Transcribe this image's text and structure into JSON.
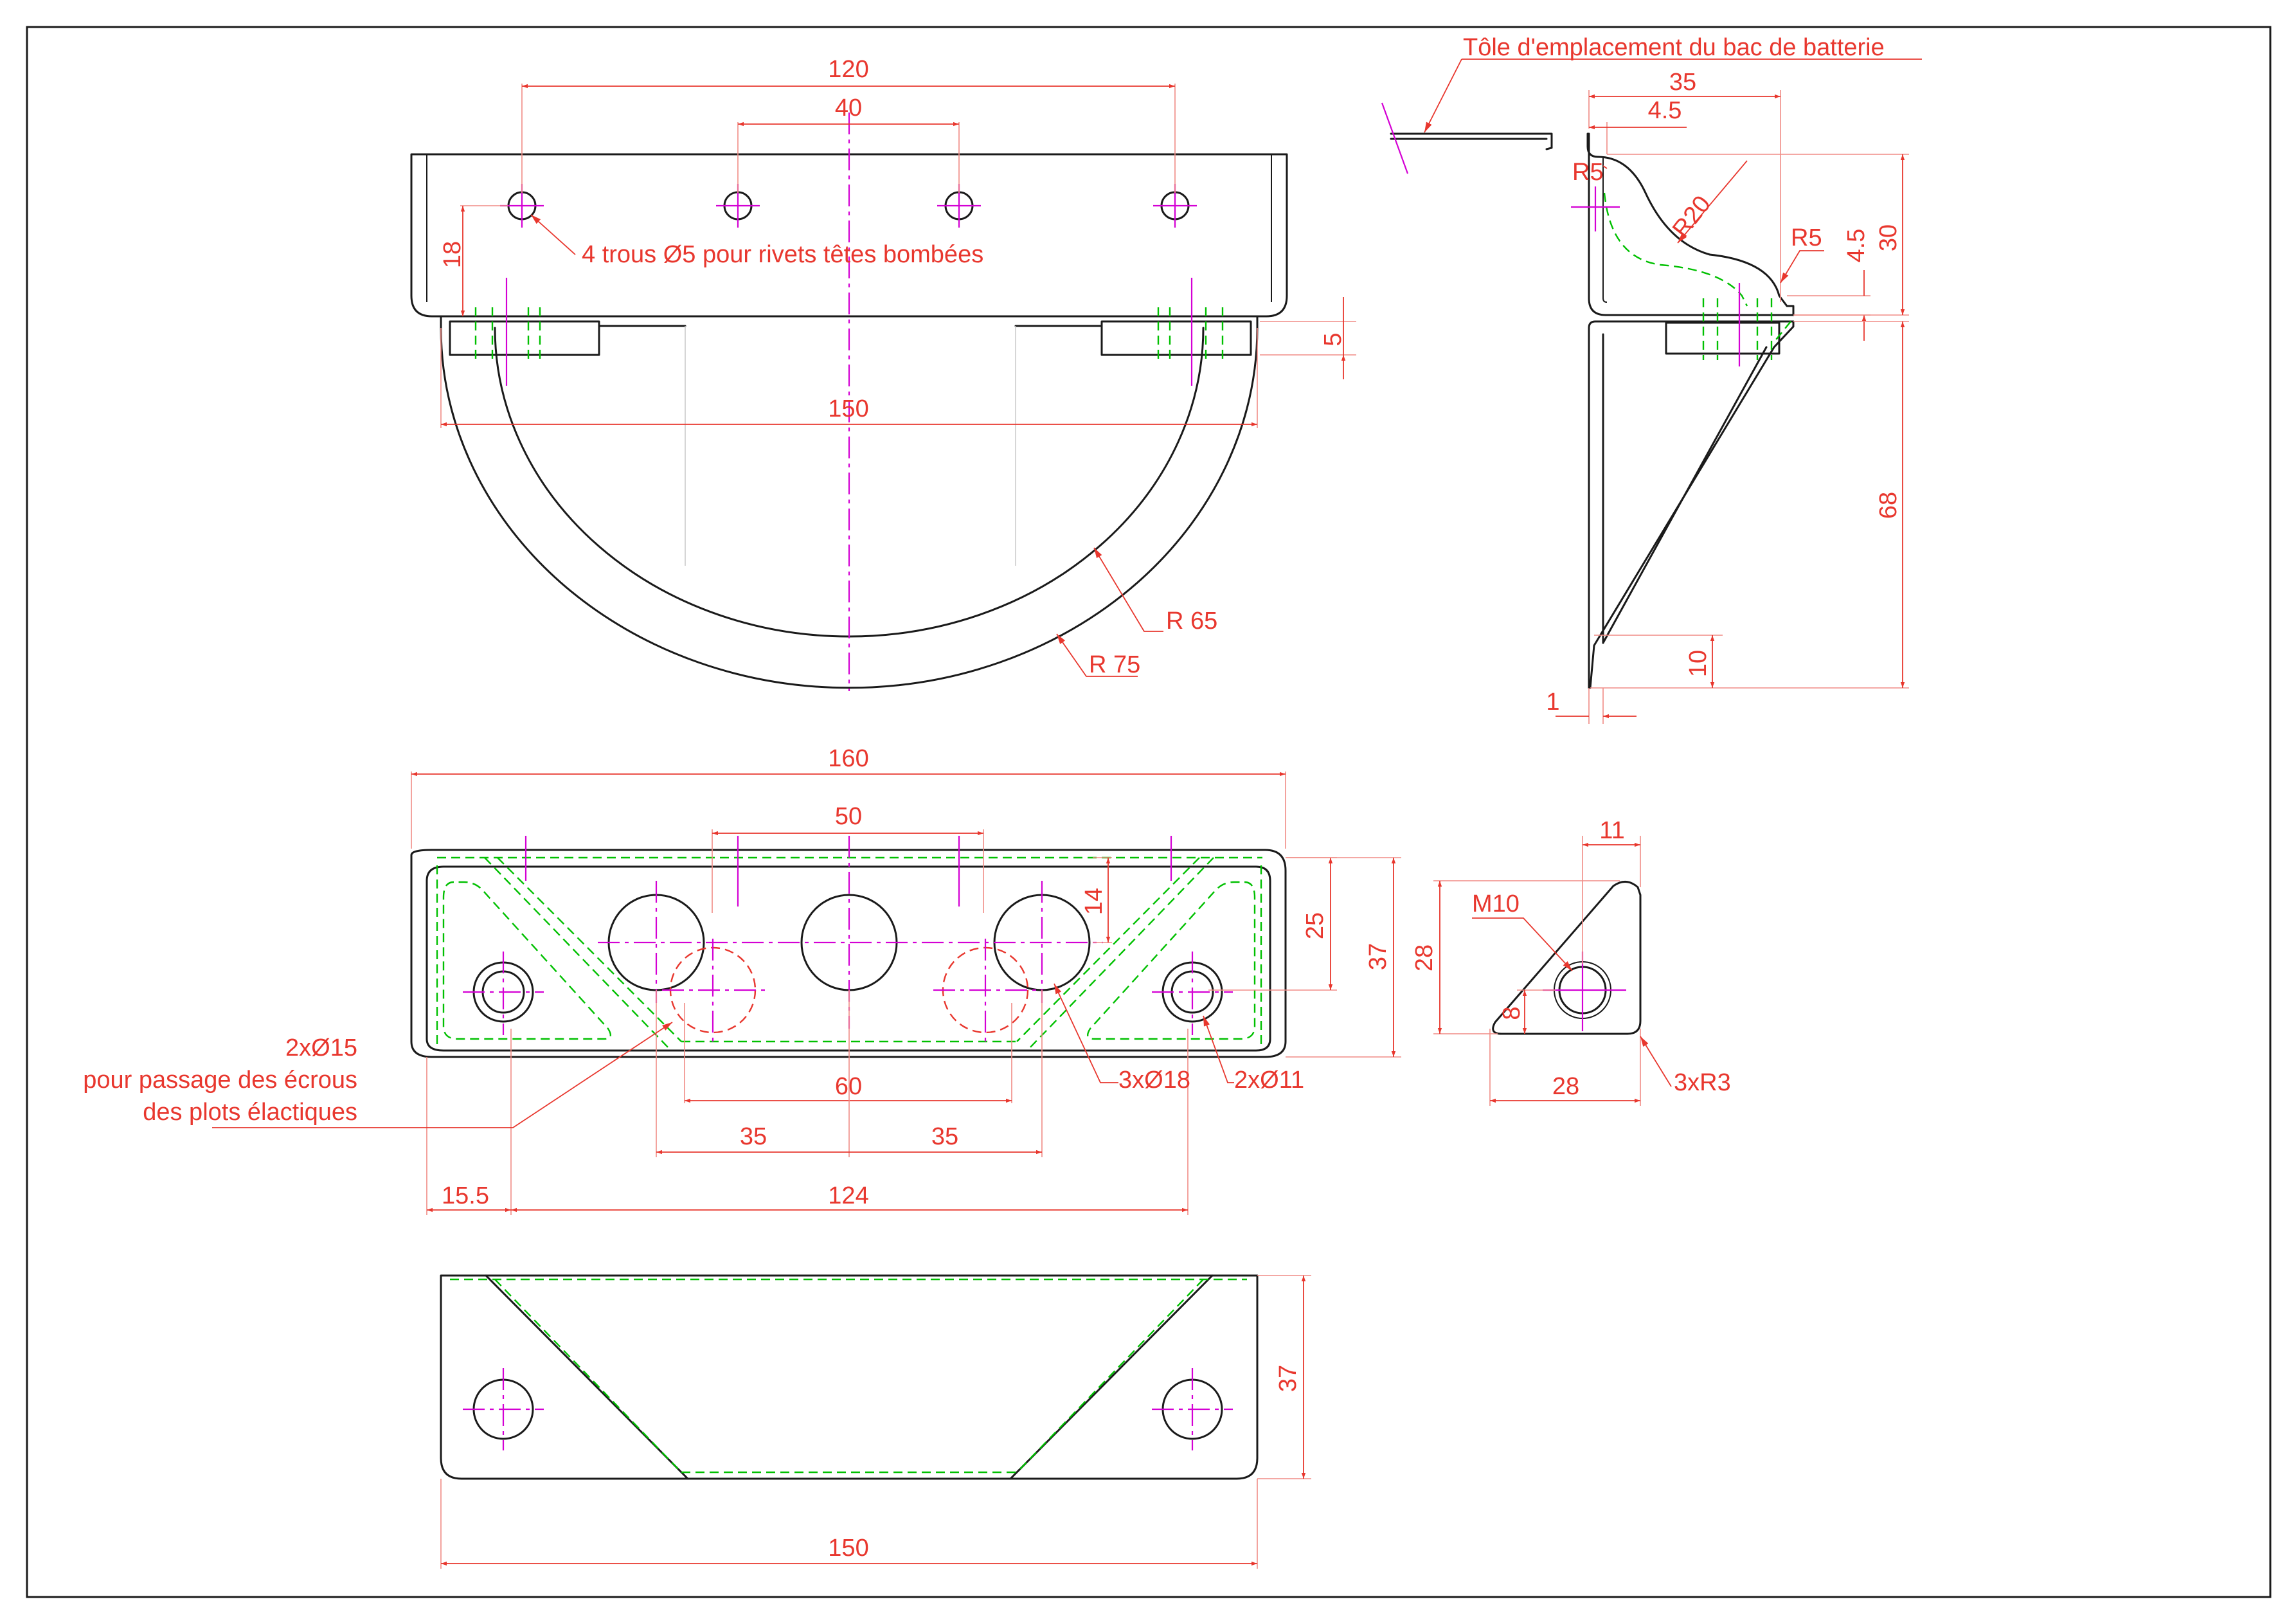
{
  "colors": {
    "outline": "#1a1a1a",
    "dimension": "#e8372e",
    "centerline": "#d400d4",
    "hidden": "#00c000",
    "frame": "#1a1a1a"
  },
  "top_view": {
    "dim_120": "120",
    "dim_40": "40",
    "dim_18": "18",
    "dim_5": "5",
    "dim_150": "150",
    "holes_note": "4 trous Ø5 pour rivets têtes bombées",
    "r65": "R 65",
    "r75": "R 75"
  },
  "side_view": {
    "plate_note": "Tôle d'emplacement du bac de batterie",
    "dim_35": "35",
    "dim_4_5_top": "4.5",
    "r5_top": "R5",
    "r20": "R20",
    "r5_right": "R5",
    "dim_4_5_right": "4.5",
    "dim_30": "30",
    "dim_68": "68",
    "dim_10": "10",
    "dim_1": "1"
  },
  "front_view": {
    "dim_160": "160",
    "dim_50": "50",
    "dim_14": "14",
    "dim_25": "25",
    "dim_37": "37",
    "note_line1": "2xØ15",
    "note_line2": "pour passage des écrous",
    "note_line3": "des plots élactiques",
    "holes_18": "3xØ18",
    "holes_11": "2xØ11",
    "dim_60": "60",
    "dim_35_left": "35",
    "dim_35_right": "35",
    "dim_15_5": "15.5",
    "dim_124": "124"
  },
  "gusset_view": {
    "dim_11": "11",
    "m10": "M10",
    "dim_28_v": "28",
    "dim_8": "8",
    "dim_28_h": "28",
    "r3": "3xR3"
  },
  "bottom_view": {
    "dim_37": "37",
    "dim_150": "150"
  }
}
